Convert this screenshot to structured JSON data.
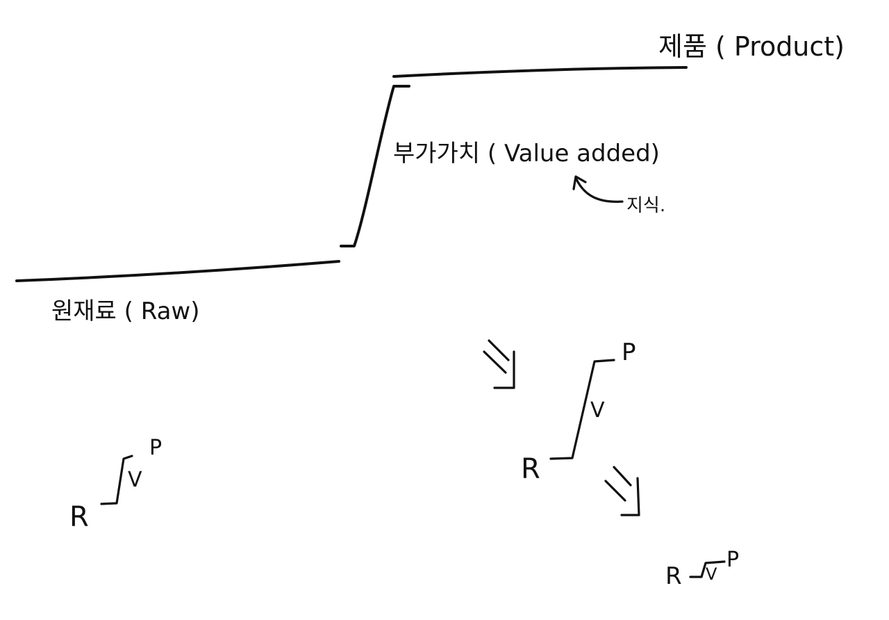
{
  "diagram": {
    "labels": {
      "raw": "원재료 ( Raw)",
      "value_added": "부가가치 ( Value added)",
      "product": "제품 ( Product)",
      "knowledge": "지식."
    },
    "mini_small": {
      "r": "R",
      "v": "V",
      "p": "P"
    },
    "mini_large": {
      "r": "R",
      "v": "V",
      "p": "P"
    },
    "mini_tiny": {
      "r": "R",
      "v": "V",
      "p": "P"
    }
  }
}
